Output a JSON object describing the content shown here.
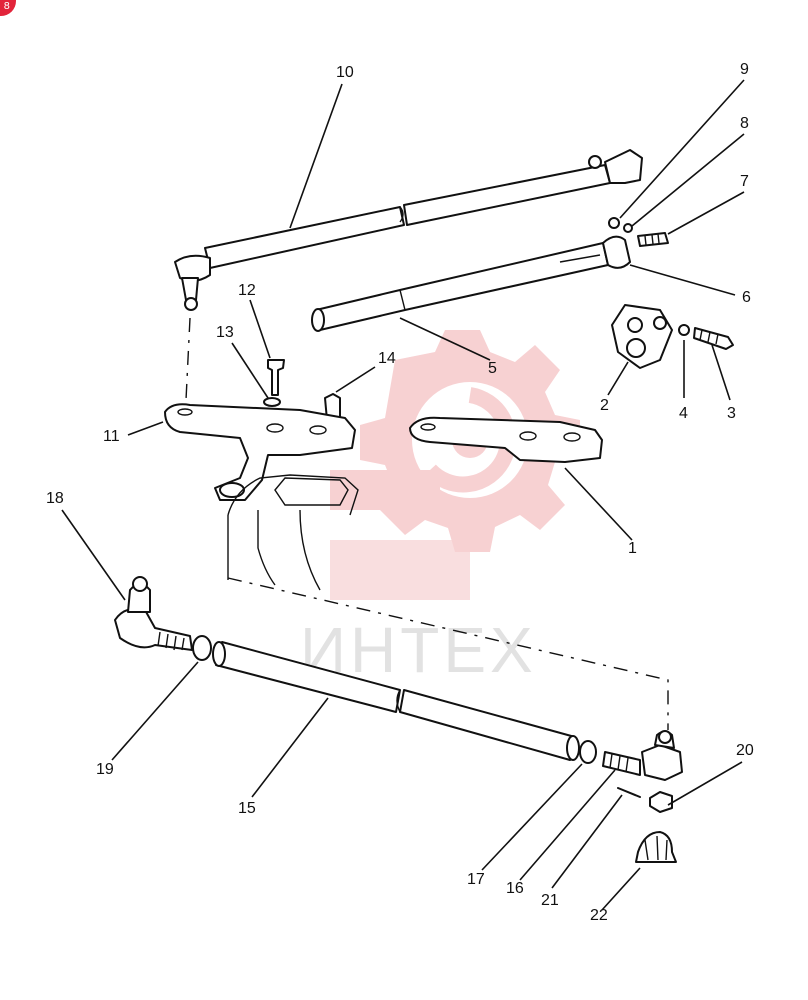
{
  "diagram": {
    "callouts": [
      "1",
      "2",
      "3",
      "4",
      "5",
      "6",
      "7",
      "8",
      "9",
      "10",
      "11",
      "12",
      "13",
      "14",
      "15",
      "16",
      "17",
      "18",
      "19",
      "20",
      "21",
      "22"
    ],
    "watermark_text": "ИНТЕХ",
    "corner_badge": "8",
    "colors": {
      "line": "#111111",
      "watermark": "#f4c6c8",
      "badge": "#e2243a"
    }
  }
}
